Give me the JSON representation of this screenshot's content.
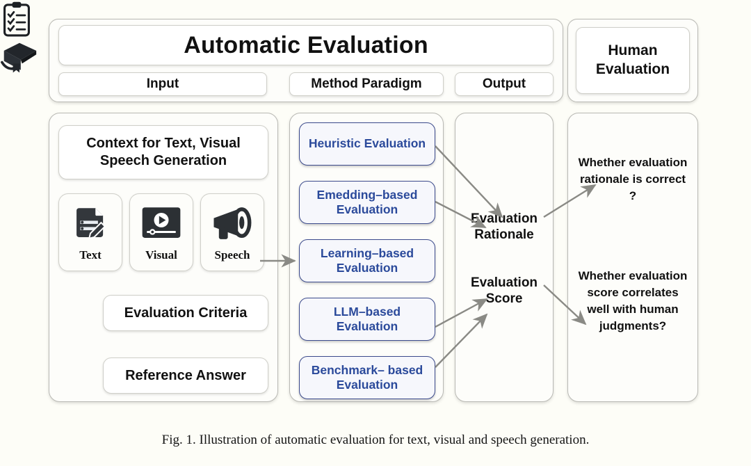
{
  "figure": {
    "caption": "Fig. 1.  Illustration of automatic evaluation for text, visual and speech generation.",
    "background_color": "#fdfdf7"
  },
  "header": {
    "automatic": {
      "title": "Automatic Evaluation",
      "stages": [
        {
          "label": "Input"
        },
        {
          "label": "Method Paradigm"
        },
        {
          "label": "Output"
        }
      ]
    },
    "human": {
      "title": "Human\nEvaluation",
      "line1": "Human",
      "line2": "Evaluation"
    }
  },
  "input_column": {
    "context_box": "Context for Text, Visual Speech Generation",
    "modalities": [
      {
        "label": "Text",
        "icon": "document-pencil-icon"
      },
      {
        "label": "Visual",
        "icon": "video-player-icon"
      },
      {
        "label": "Speech",
        "icon": "megaphone-icon"
      }
    ],
    "criteria": {
      "label": "Evaluation Criteria",
      "icon": "clipboard-checklist-icon"
    },
    "reference": {
      "label": "Reference Answer",
      "icon": "book-icon"
    }
  },
  "method_column": {
    "accent_color": "#2b4a9b",
    "border_color": "#3b4a8c",
    "fill_color": "#f6f7fc",
    "methods": [
      {
        "label": "Heuristic Evaluation"
      },
      {
        "label": "Emedding–based Evaluation"
      },
      {
        "label": "Learning–based Evaluation"
      },
      {
        "label": "LLM–based Evaluation"
      },
      {
        "label": "Benchmark– based Evaluation"
      }
    ]
  },
  "output_column": {
    "outputs": [
      {
        "label": "Evaluation Rationale"
      },
      {
        "label": "Evaluation Score"
      }
    ]
  },
  "human_column": {
    "questions": [
      {
        "label": "Whether evaluation rationale is correct ?"
      },
      {
        "label": "Whether evaluation score correlates well with human judgments?"
      }
    ]
  },
  "arrows": {
    "color": "#8a8a85",
    "connections": [
      {
        "from": "input-panel",
        "to": "Learning-based Evaluation"
      },
      {
        "from": "Heuristic Evaluation",
        "to": "Evaluation Rationale"
      },
      {
        "from": "Emedding-based Evaluation",
        "to": "Evaluation Rationale"
      },
      {
        "from": "LLM-based Evaluation",
        "to": "Evaluation Score"
      },
      {
        "from": "Benchmark-based Evaluation",
        "to": "Evaluation Score"
      },
      {
        "from": "Evaluation Rationale",
        "to": "Whether evaluation rationale is correct ?"
      },
      {
        "from": "Evaluation Score",
        "to": "Whether evaluation score correlates well with human judgments?"
      }
    ]
  }
}
